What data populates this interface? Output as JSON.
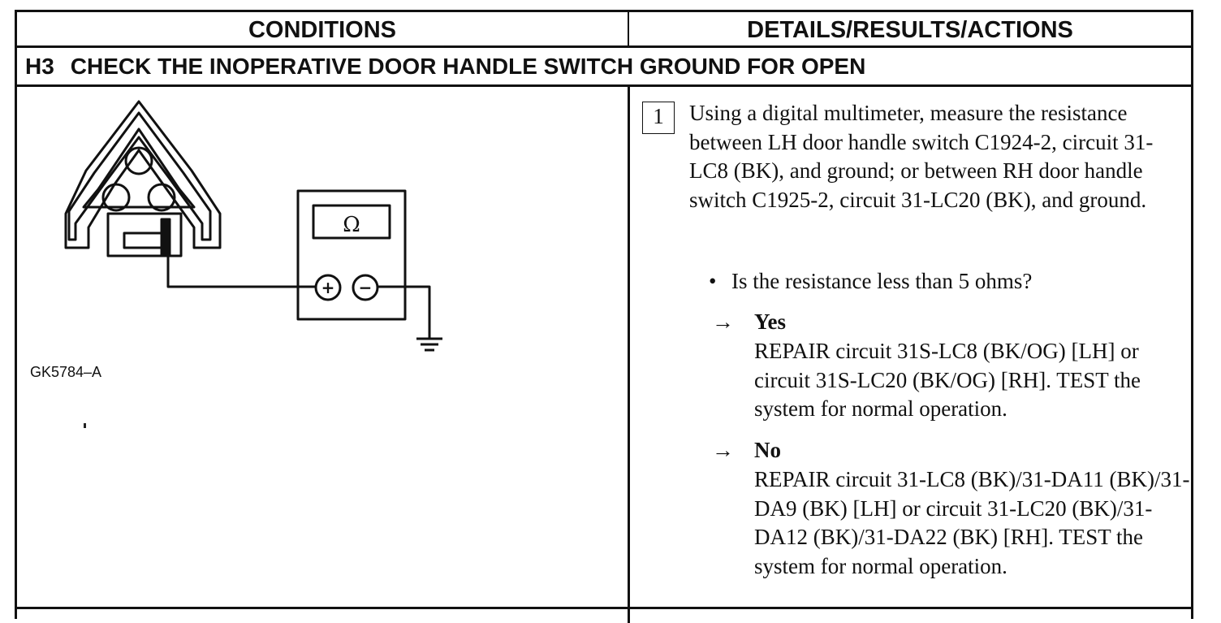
{
  "header": {
    "conditions": "CONDITIONS",
    "details": "DETAILS/RESULTS/ACTIONS"
  },
  "step": {
    "code": "H3",
    "title": "CHECK THE INOPERATIVE DOOR HANDLE SWITCH GROUND FOR OPEN"
  },
  "figure": {
    "id": "GK5784–A",
    "meter_symbol": "Ω",
    "plus_symbol": "+",
    "minus_symbol": "−",
    "icon": "multimeter-ground-diagram"
  },
  "action": {
    "number": "1",
    "text": "Using a digital multimeter, measure the resistance between LH door handle switch C1924-2, circuit 31-LC8 (BK), and ground; or between RH door handle switch C1925-2, circuit 31-LC20 (BK), and ground.",
    "question": "Is the resistance less than 5 ohms?",
    "bullet": "•",
    "arrow": "→",
    "yes_label": "Yes",
    "yes_text": "REPAIR circuit 31S-LC8 (BK/OG) [LH] or circuit 31S-LC20 (BK/OG) [RH]. TEST the system for normal operation.",
    "no_label": "No",
    "no_text": "REPAIR circuit 31-LC8 (BK)/31-DA11 (BK)/31-DA9 (BK) [LH] or circuit 31-LC20 (BK)/31-DA12 (BK)/31-DA22 (BK) [RH]. TEST the system for normal operation."
  }
}
